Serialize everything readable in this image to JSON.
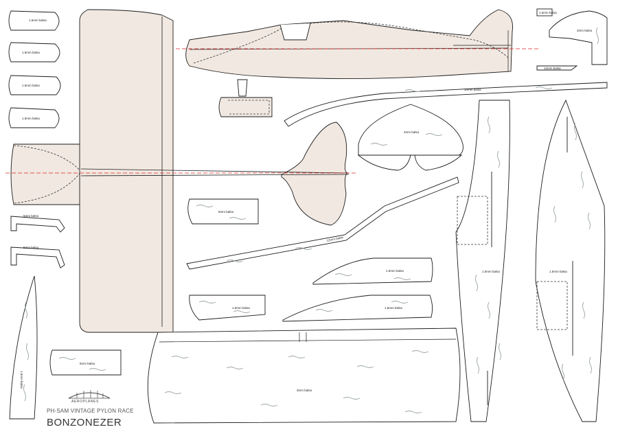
{
  "title_block": {
    "logo": "AEROPLANES",
    "subtitle": "PH-SAM VINTAGE PYLON RACE",
    "model_name": "BONZONEZER"
  },
  "labels": {
    "balsa_1_5": "1.5mm balsa",
    "balsa_3": "3mm balsa",
    "balsa_4": "4mm balsa",
    "balsa_5": "5mm balsa",
    "balsa_10": "10mm balsa",
    "balsa_12": "12mm balsa",
    "balsa_15": "1.5mm balsa"
  },
  "colors": {
    "tint": "#f1e8e1",
    "outline": "#1a1a1a",
    "centerline": "#dd2222",
    "grain": "#9aa3a8"
  }
}
